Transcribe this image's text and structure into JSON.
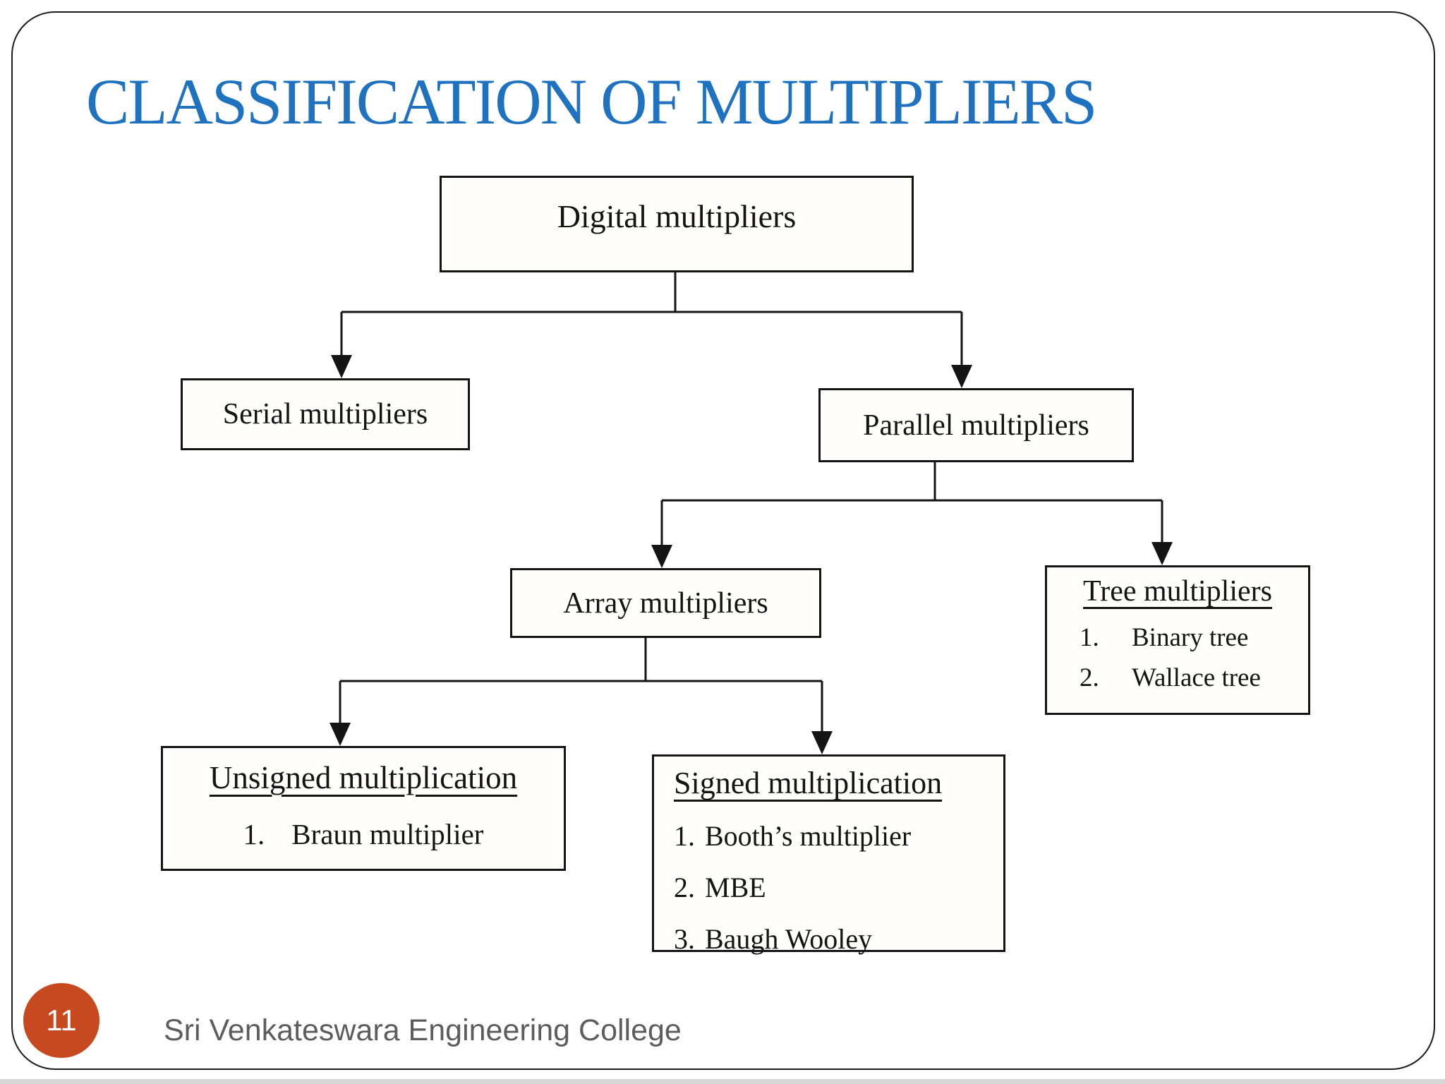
{
  "slide": {
    "title": "CLASSIFICATION OF MULTIPLIERS",
    "title_color": "#1E72C0",
    "page_number": "11",
    "footer": "Sri Venkateswara Engineering College",
    "page_badge_color": "#C7491F"
  },
  "diagram": {
    "nodes": {
      "digital": {
        "label": "Digital multipliers"
      },
      "serial": {
        "label": "Serial multipliers"
      },
      "parallel": {
        "label": "Parallel multipliers"
      },
      "array": {
        "label": "Array multipliers"
      },
      "tree": {
        "heading": "Tree multipliers",
        "items": [
          {
            "num": "1.",
            "text": "Binary tree"
          },
          {
            "num": "2.",
            "text": "Wallace tree"
          }
        ]
      },
      "unsigned": {
        "heading": "Unsigned multiplication",
        "items": [
          {
            "num": "1.",
            "text": "Braun multiplier"
          }
        ]
      },
      "signed": {
        "heading": "Signed multiplication",
        "items": [
          {
            "num": "1.",
            "text": "Booth’s multiplier"
          },
          {
            "num": "2.",
            "text": "MBE"
          },
          {
            "num": "3.",
            "text": "Baugh Wooley"
          }
        ]
      }
    }
  }
}
